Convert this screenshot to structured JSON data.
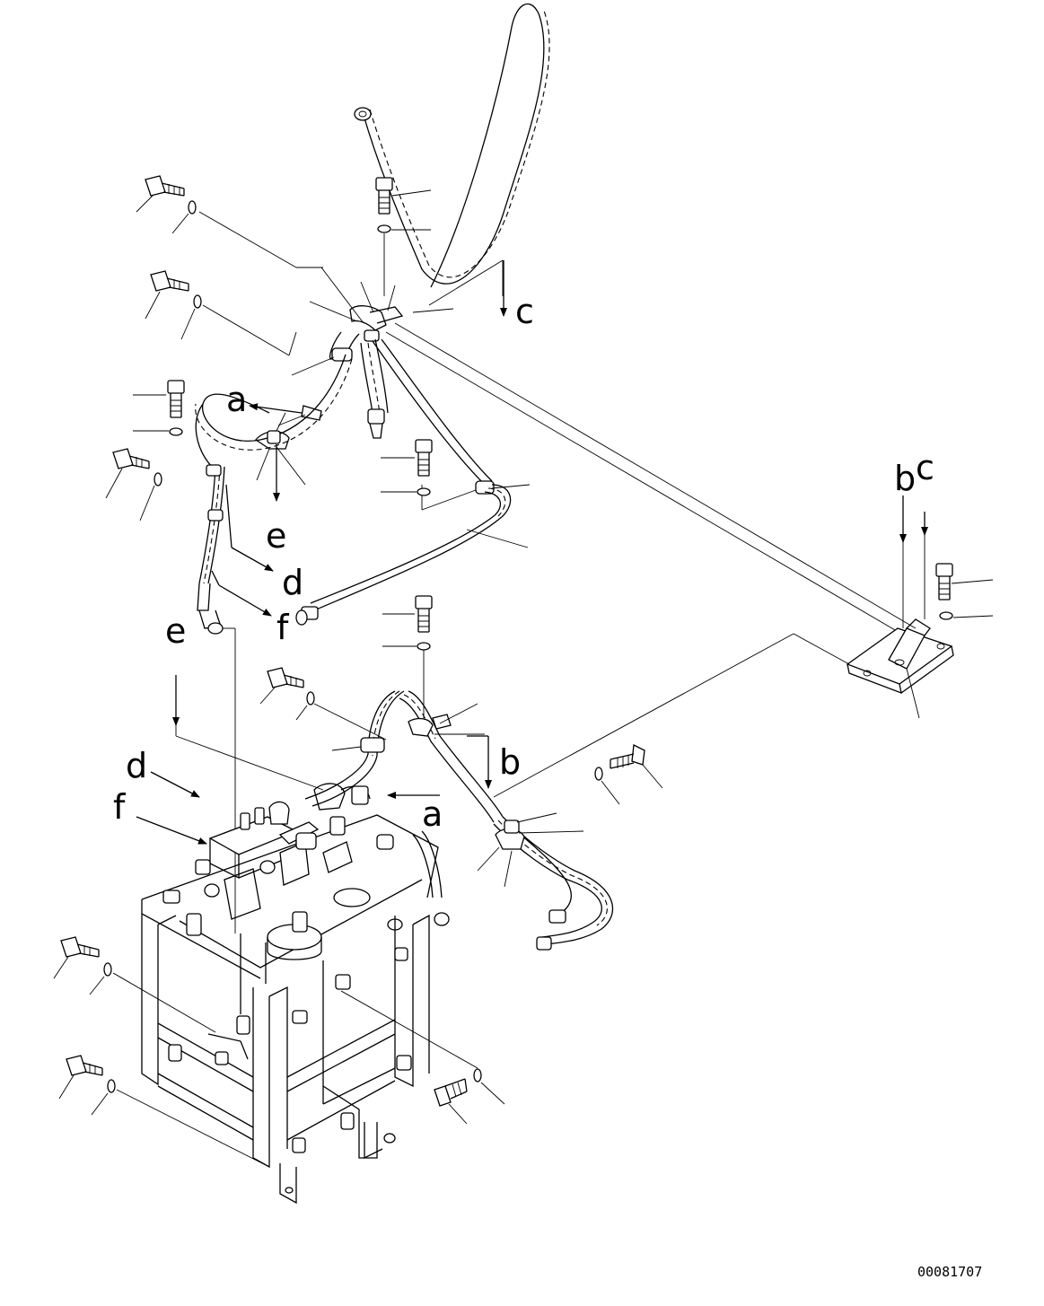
{
  "drawing": {
    "document_number": "00081707",
    "reference_letters": {
      "a_top": "a",
      "a_bottom": "a",
      "b_right": "b",
      "b_mid": "b",
      "c_top": "c",
      "c_right": "c",
      "d_top": "d",
      "d_left": "d",
      "e_top": "e",
      "e_left": "e",
      "f_top": "f",
      "f_left": "f"
    }
  }
}
